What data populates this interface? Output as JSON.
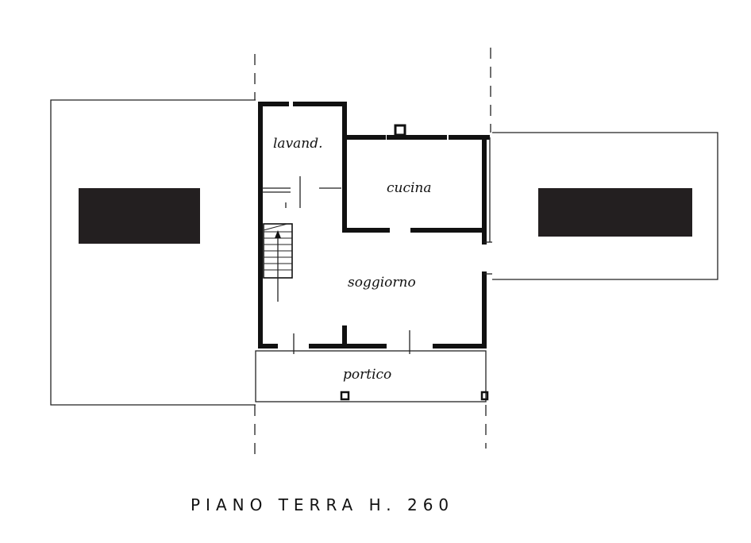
{
  "plan": {
    "title": "PIANO TERRA H. 260",
    "rooms": {
      "lavand": "lavand.",
      "cucina": "cucina",
      "soggiorno": "soggiorno",
      "portico": "portico"
    },
    "colors": {
      "ink": "#111111",
      "redaction": "#231f20",
      "paper": "#ffffff"
    }
  }
}
